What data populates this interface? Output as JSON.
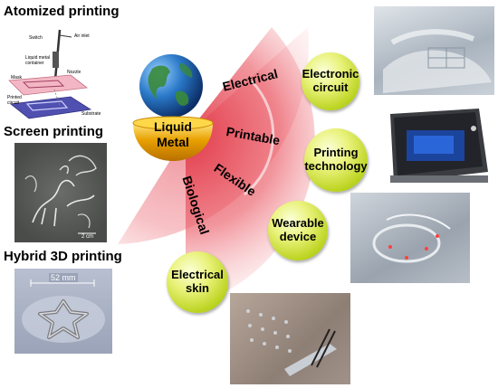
{
  "left_panels": {
    "atomized": {
      "title": "Atomized printing",
      "labels": {
        "switch": "Switch",
        "air_inlet": "Air inlet",
        "container": "Liquid metal container",
        "nozzle": "Nozzle",
        "mask": "Mask",
        "printed_circuit": "Printed circuit",
        "substrate": "Substrate"
      }
    },
    "screen": {
      "title": "Screen printing",
      "scale": "2 cm"
    },
    "hybrid": {
      "title": "Hybrid 3D printing",
      "scale": "52 mm"
    }
  },
  "center": {
    "label_line1": "Liquid",
    "label_line2": "Metal"
  },
  "properties": [
    "Electrical",
    "Printable",
    "Flexible",
    "Biological"
  ],
  "applications": [
    {
      "line1": "Electronic",
      "line2": "circuit"
    },
    {
      "line1": "Printing",
      "line2": "technology"
    },
    {
      "line1": "Wearable",
      "line2": "device"
    },
    {
      "line1": "Electrical",
      "line2": "skin"
    }
  ],
  "colors": {
    "fan_red": "#e8485a",
    "bubble_yellow": "#c8dc2a",
    "bowl_gold": "#e8a000"
  }
}
